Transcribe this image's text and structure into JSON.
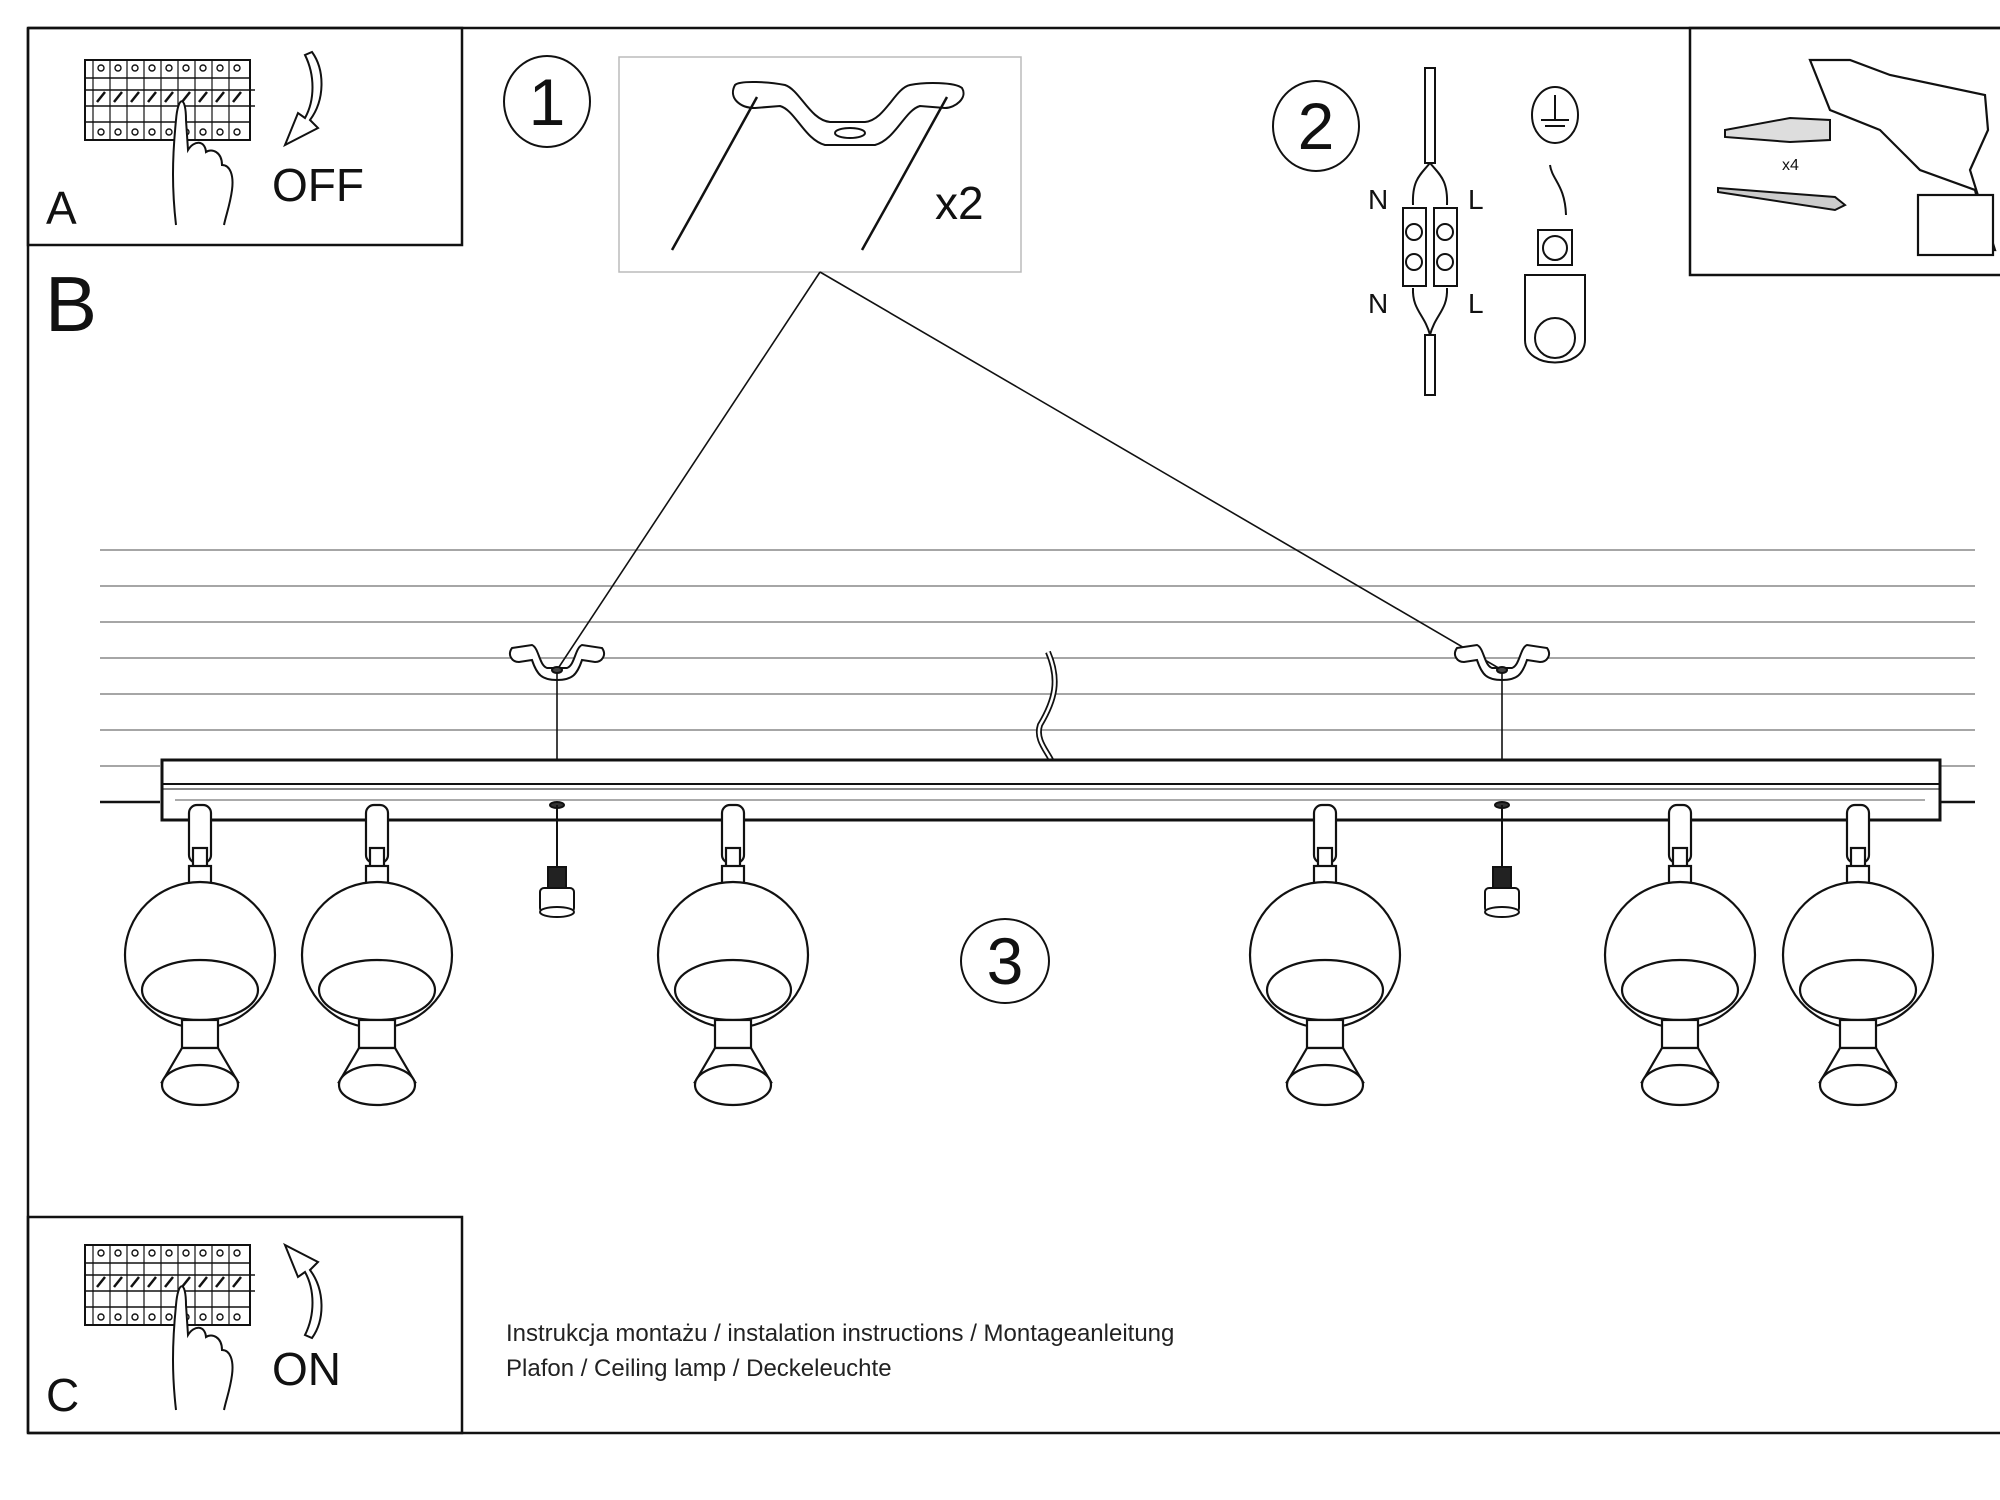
{
  "document": {
    "type": "Assembly instruction sheet",
    "caption_line1": "Instrukcja montażu / instalation instructions / Montageanleitung",
    "caption_line2": "Plafon / Ceiling lamp / Deckeleuchte"
  },
  "panel_a": {
    "letter": "A",
    "action": "OFF",
    "icon": "circuit-breaker-switch-off-icon"
  },
  "panel_b": {
    "letter": "B"
  },
  "panel_c": {
    "letter": "C",
    "action": "ON",
    "icon": "circuit-breaker-switch-on-icon"
  },
  "step1": {
    "number": "1",
    "quantity": "x2",
    "part": "mounting-bracket-with-screws"
  },
  "step2": {
    "number": "2",
    "top_left": "N",
    "top_right": "L",
    "bottom_left": "N",
    "bottom_right": "L",
    "ground_icon": "earth-ground-icon"
  },
  "step3": {
    "number": "3",
    "spot_count": 6,
    "bulb_count": 2
  },
  "tools": {
    "quantity": "x4",
    "items": [
      "wall-plug",
      "screw",
      "drill"
    ]
  }
}
